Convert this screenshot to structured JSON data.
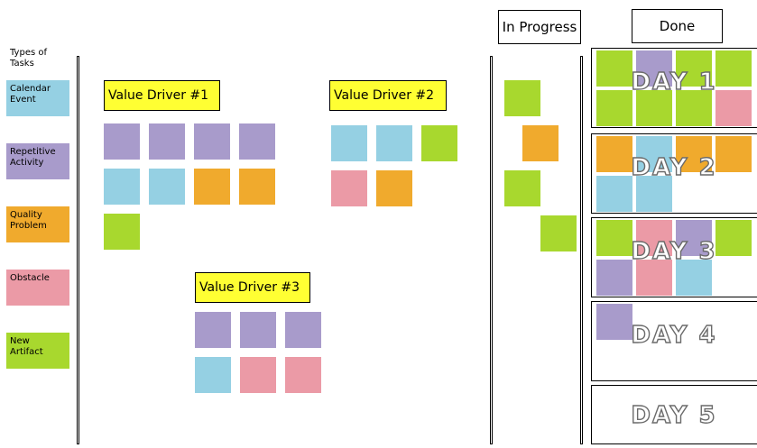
{
  "colors": {
    "calendar_event": "#95d0e3",
    "repetitive_activity": "#a89bcb",
    "quality_problem": "#f0aa2d",
    "obstacle": "#eb9aa6",
    "new_artifact": "#a8d82e",
    "value_driver_label": "#ffff33"
  },
  "legend": {
    "title": "Types of\nTasks",
    "items": [
      {
        "label": "Calendar\nEvent",
        "type": "calendar_event"
      },
      {
        "label": "Repetitive\nActivity",
        "type": "repetitive_activity"
      },
      {
        "label": "Quality\nProblem",
        "type": "quality_problem"
      },
      {
        "label": "Obstacle",
        "type": "obstacle"
      },
      {
        "label": "New\nArtifact",
        "type": "new_artifact"
      }
    ]
  },
  "value_drivers": [
    {
      "label": "Value Driver #1",
      "rows": [
        [
          "repetitive_activity",
          "repetitive_activity",
          "repetitive_activity",
          "repetitive_activity"
        ],
        [
          "calendar_event",
          "calendar_event",
          "quality_problem",
          "quality_problem"
        ],
        [
          "new_artifact"
        ]
      ]
    },
    {
      "label": "Value Driver #2",
      "rows": [
        [
          "calendar_event",
          "calendar_event",
          "new_artifact"
        ],
        [
          "obstacle",
          "quality_problem"
        ]
      ]
    },
    {
      "label": "Value Driver #3",
      "rows": [
        [
          "repetitive_activity",
          "repetitive_activity",
          "repetitive_activity"
        ],
        [
          "calendar_event",
          "obstacle",
          "obstacle"
        ]
      ]
    }
  ],
  "in_progress": {
    "label": "In Progress",
    "notes": [
      "new_artifact",
      "quality_problem",
      "new_artifact",
      "new_artifact"
    ]
  },
  "done": {
    "label": "Done",
    "days": [
      {
        "label": "DAY 1",
        "notes": [
          "new_artifact",
          "repetitive_activity",
          "new_artifact",
          "new_artifact",
          "new_artifact",
          "new_artifact",
          "new_artifact",
          "obstacle"
        ]
      },
      {
        "label": "DAY 2",
        "notes": [
          "quality_problem",
          "calendar_event",
          "quality_problem",
          "quality_problem",
          "calendar_event",
          "calendar_event"
        ]
      },
      {
        "label": "DAY 3",
        "notes": [
          "new_artifact",
          "obstacle",
          "repetitive_activity",
          "new_artifact",
          "repetitive_activity",
          "obstacle",
          "calendar_event"
        ]
      },
      {
        "label": "DAY 4",
        "notes": [
          "repetitive_activity"
        ]
      },
      {
        "label": "DAY 5",
        "notes": []
      }
    ]
  }
}
